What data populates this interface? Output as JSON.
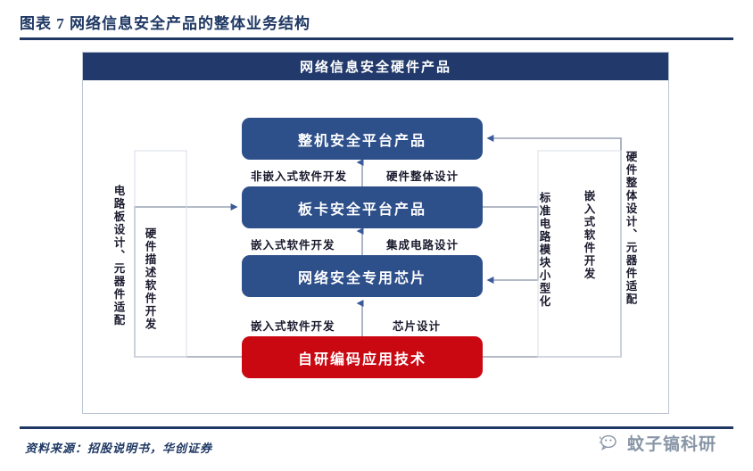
{
  "title": {
    "text": "图表 7  网络信息安全产品的整体业务结构"
  },
  "diagram": {
    "header": "网络信息安全硬件产品",
    "boxes": [
      {
        "id": "whole",
        "label": "整机安全平台产品",
        "color": "#2d4f8a"
      },
      {
        "id": "board",
        "label": "板卡安全平台产品",
        "color": "#2d4f8a"
      },
      {
        "id": "chip",
        "label": "网络安全专用芯片",
        "color": "#2d4f8a"
      },
      {
        "id": "core",
        "label": "自研编码应用技术",
        "color": "#ca0812"
      }
    ],
    "step_labels": {
      "non_embedded_sw": "非嵌入式软件开发",
      "hardware_overall_design": "硬件整体设计",
      "embedded_sw_1": "嵌入式软件开发",
      "integrated_circuit_design": "集成电路设计",
      "embedded_sw_2": "嵌入式软件开发",
      "chip_design": "芯片设计"
    },
    "vertical_labels": {
      "pcb_design": "电路板设计、元器件适配",
      "hw_description_sw": "硬件描述软件开发",
      "standard_module": "标准电路模块小型化",
      "embedded_sw": "嵌入式软件开发",
      "hw_overall_fit": "硬件整体设计、元器件适配"
    },
    "connector_color": "#9aa4b4"
  },
  "footer": {
    "source": "资料来源：招股说明书，华创证券"
  },
  "watermark": {
    "text": "蚊子镐科研"
  }
}
